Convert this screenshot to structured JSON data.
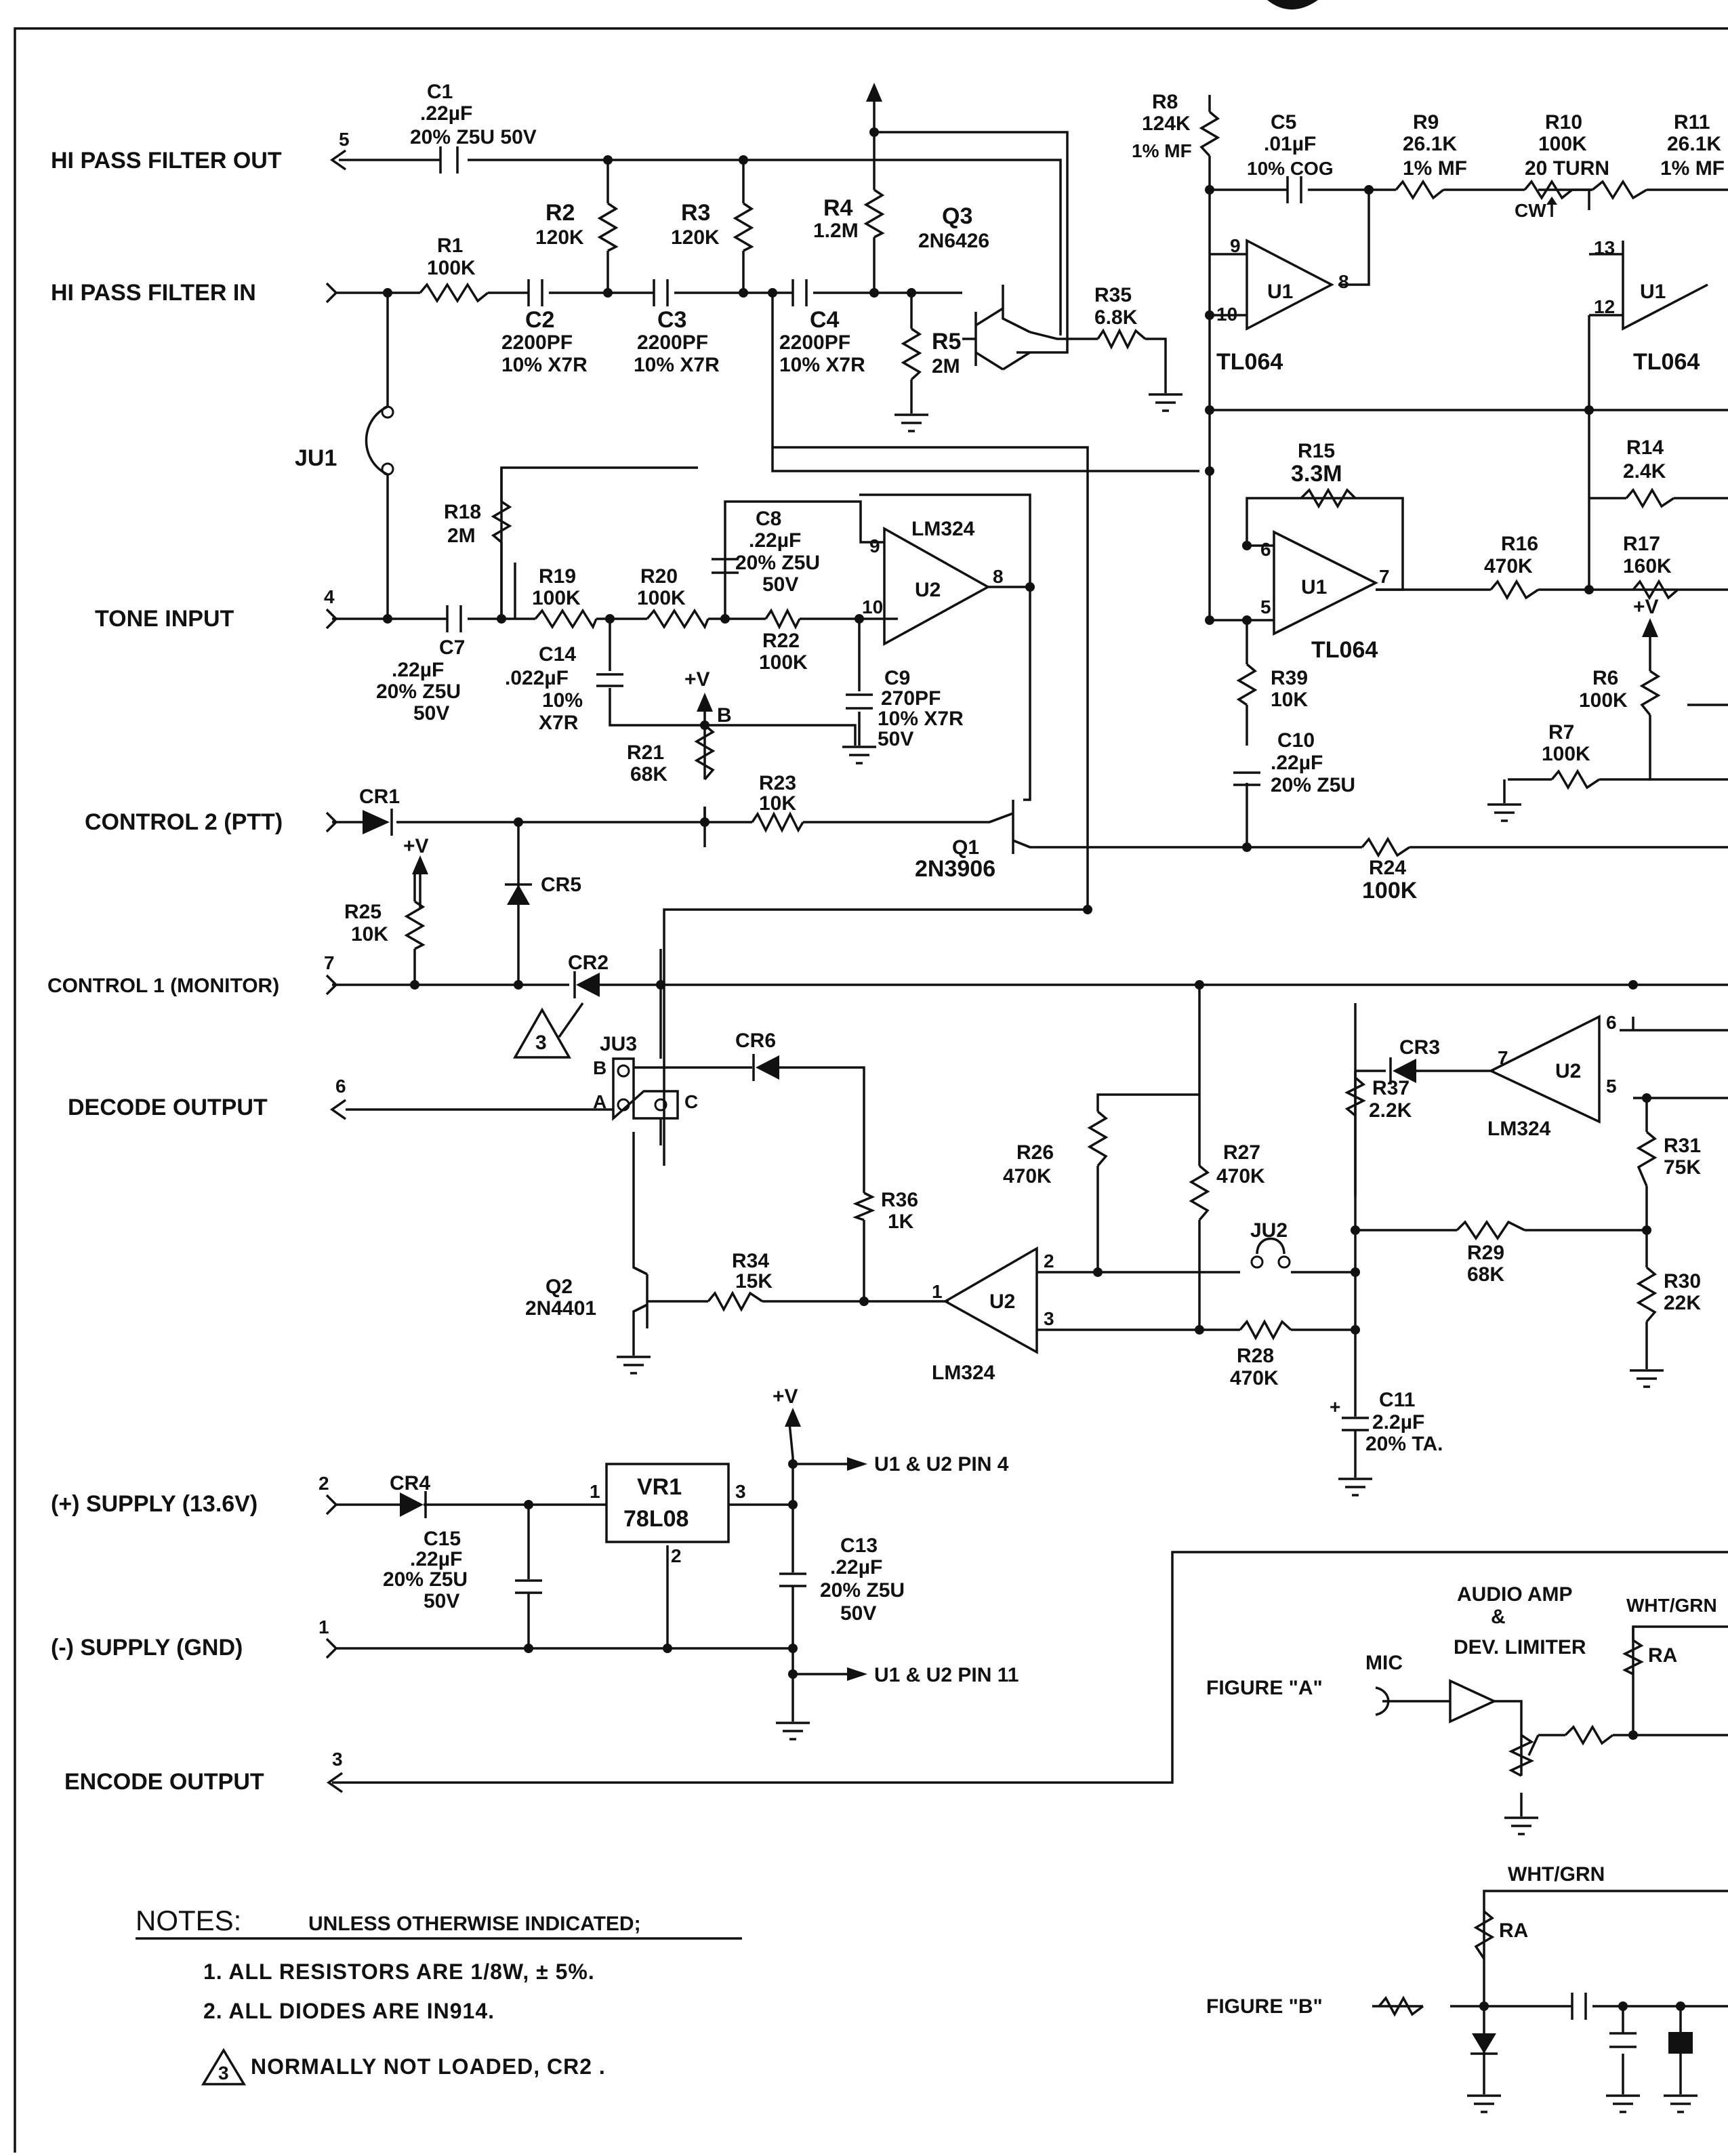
{
  "io": {
    "hpf_out": "HI PASS FILTER OUT",
    "hpf_in": "HI PASS FILTER IN",
    "tone_input": "TONE INPUT",
    "control2": "CONTROL 2 (PTT)",
    "control1": "CONTROL 1 (MONITOR)",
    "decode_output": "DECODE OUTPUT",
    "supply_pos": "(+) SUPPLY (13.6V)",
    "supply_neg": "(-) SUPPLY (GND)",
    "encode_output": "ENCODE OUTPUT",
    "pin5": "5",
    "pin4": "4",
    "pin7": "7",
    "pin6": "6",
    "pin2": "2",
    "pin1": "1",
    "pin3": "3"
  },
  "parts": {
    "c1": [
      "C1",
      ".22µF",
      "20% Z5U 50V"
    ],
    "r1": [
      "R1",
      "100K"
    ],
    "r2": [
      "R2",
      "120K"
    ],
    "r3": [
      "R3",
      "120K"
    ],
    "r4": [
      "R4",
      "1.2M"
    ],
    "q3": [
      "Q3",
      "2N6426"
    ],
    "r35": [
      "R35",
      "6.8K"
    ],
    "r5": [
      "R5",
      "2M"
    ],
    "c2": [
      "C2",
      "2200PF",
      "10% X7R"
    ],
    "c3": [
      "C3",
      "2200PF",
      "10% X7R"
    ],
    "c4": [
      "C4",
      "2200PF",
      "10% X7R"
    ],
    "ju1": "JU1",
    "r18": [
      "R18",
      "2M"
    ],
    "r19": [
      "R19",
      "100K"
    ],
    "r20": [
      "R20",
      "100K"
    ],
    "c8": [
      "C8",
      ".22µF",
      "20% Z5U",
      "50V"
    ],
    "lm324a": "LM324",
    "u2": "U2",
    "r22": [
      "R22",
      "100K"
    ],
    "c9": [
      "C9",
      "270PF",
      "10% X7R",
      "50V"
    ],
    "c7": [
      "C7",
      ".22µF",
      "20% Z5U",
      "50V"
    ],
    "c14": [
      "C14",
      ".022µF",
      "10%",
      "X7R"
    ],
    "vplus": "+V",
    "b": "B",
    "r21": [
      "R21",
      "68K"
    ],
    "r23": [
      "R23",
      "10K"
    ],
    "cr1": "CR1",
    "q1": [
      "Q1",
      "2N3906"
    ],
    "r25": [
      "R25",
      "10K"
    ],
    "cr5": "CR5",
    "cr2": "CR2",
    "note3": "3",
    "ju3": "JU3",
    "ju3_b": "B",
    "ju3_a": "A",
    "ju3_c": "C",
    "cr6": "CR6",
    "r36": [
      "R36",
      "1K"
    ],
    "q2": [
      "Q2",
      "2N4401"
    ],
    "r34": [
      "R34",
      "15K"
    ],
    "lm324b": "LM324",
    "r26": [
      "R26",
      "470K"
    ],
    "r27": [
      "R27",
      "470K"
    ],
    "ju2": "JU2",
    "r28": [
      "R28",
      "470K"
    ],
    "c11": [
      "C11",
      "2.2µF",
      "20% TA."
    ],
    "r29": [
      "R29",
      "68K"
    ],
    "r30": [
      "R30",
      "22K"
    ],
    "r31": [
      "R31",
      "75K"
    ],
    "r37": [
      "R37",
      "2.2K"
    ],
    "cr3": "CR3",
    "lm324c": "LM324",
    "r8": [
      "R8",
      "124K",
      "1% MF"
    ],
    "c5": [
      "C5",
      ".01µF",
      "10% COG"
    ],
    "r9": [
      "R9",
      "26.1K",
      "1% MF"
    ],
    "r10": [
      "R10",
      "100K",
      "20 TURN"
    ],
    "r11": [
      "R11",
      "26.1K",
      "1% MF"
    ],
    "cw": "CW",
    "u1": "U1",
    "tl064": "TL064",
    "r15": [
      "R15",
      "3.3M"
    ],
    "r14": [
      "R14",
      "2.4K"
    ],
    "r16": [
      "R16",
      "470K"
    ],
    "r17": [
      "R17",
      "160K"
    ],
    "r39": [
      "R39",
      "10K"
    ],
    "c10": [
      "C10",
      ".22µF",
      "20% Z5U"
    ],
    "r6": [
      "R6",
      "100K"
    ],
    "r7": [
      "R7",
      "100K"
    ],
    "r24": [
      "R24",
      "100K"
    ],
    "cr4": "CR4",
    "c15": [
      "C15",
      ".22µF",
      "20% Z5U",
      "50V"
    ],
    "vr1": [
      "VR1",
      "78L08"
    ],
    "c13": [
      "C13",
      ".22µF",
      "20% Z5U",
      "50V"
    ],
    "u_pin4": "U1 & U2 PIN 4",
    "u_pin11": "U1 & U2 PIN 11"
  },
  "figures": {
    "fig_a": "FIGURE \"A\"",
    "fig_b": "FIGURE \"B\"",
    "audio_amp": "AUDIO AMP",
    "amp_and": "&",
    "dev_limiter": "DEV. LIMITER",
    "mic": "MIC",
    "wht_grn_a": "WHT/GRN",
    "wht_grn_b": "WHT/GRN",
    "ra": "RA"
  },
  "notes": {
    "title": "NOTES:",
    "qualifier": "UNLESS OTHERWISE INDICATED;",
    "n1": "1.  ALL RESISTORS ARE 1/8W, ± 5%.",
    "n2": "2.  ALL DIODES ARE IN914.",
    "n3_num": "3",
    "n3": "NORMALLY NOT LOADED, CR2 ."
  }
}
